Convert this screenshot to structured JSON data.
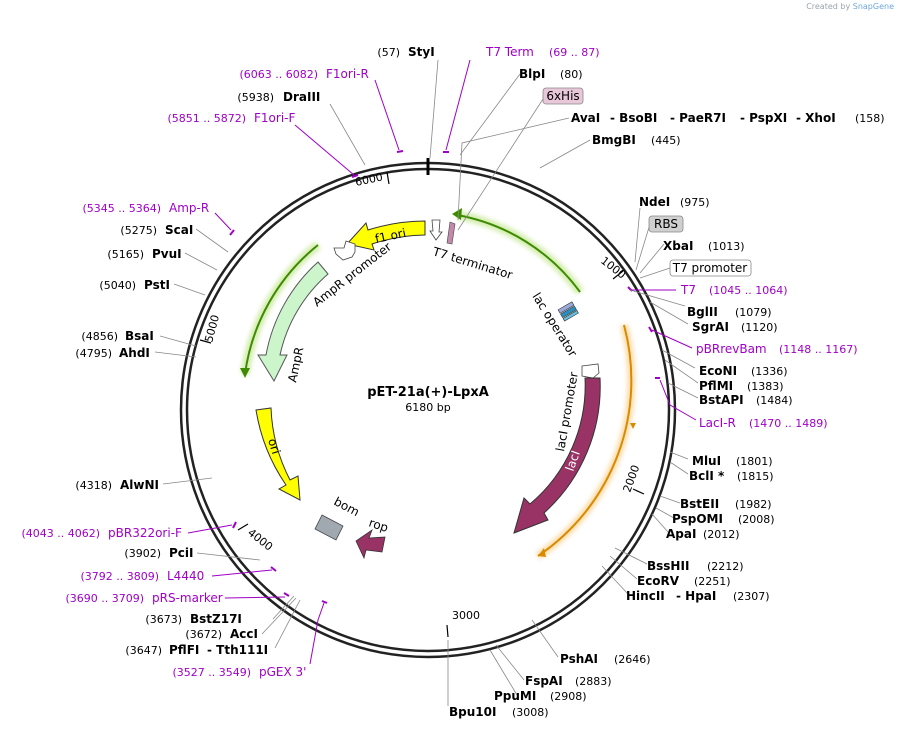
{
  "credit": {
    "prefix": "Created by",
    "brand": "SnapGene"
  },
  "plasmid": {
    "name": "pET-21a(+)-LpxA",
    "size_label": "6180 bp",
    "length": 6180
  },
  "ticks": [
    "1000",
    "2000",
    "3000",
    "4000",
    "5000",
    "6000"
  ],
  "features": [
    {
      "label": "f1 ori",
      "color": "#ffff00"
    },
    {
      "label": "AmpR promoter",
      "color": "#ffffff"
    },
    {
      "label": "AmpR",
      "color": "#ccf5cc"
    },
    {
      "label": "ori",
      "color": "#ffff00"
    },
    {
      "label": "bom",
      "color": "#a0a8b0"
    },
    {
      "label": "rop",
      "color": "#993366"
    },
    {
      "label": "lacI",
      "color": "#993366"
    },
    {
      "label": "lacI promoter",
      "color": "#ffffff"
    },
    {
      "label": "lac operator",
      "color": "#5bc0de"
    },
    {
      "label": "T7 terminator",
      "color": "#ffffff"
    }
  ],
  "boxed_labels": [
    {
      "label": "6xHis",
      "color": "#e8c8d8"
    },
    {
      "label": "RBS",
      "color": "#d0d0d0"
    },
    {
      "label": "T7 promoter",
      "color": "#ffffff"
    }
  ],
  "sites": [
    {
      "name": "StyI",
      "pos": "(57)"
    },
    {
      "name": "BlpI",
      "pos": "(80)"
    },
    {
      "name": "AvaI",
      "pos": ""
    },
    {
      "name": "BsoBI",
      "pos": ""
    },
    {
      "name": "PaeR7I",
      "pos": ""
    },
    {
      "name": "PspXI",
      "pos": ""
    },
    {
      "name": "XhoI",
      "pos": "(158)"
    },
    {
      "name": "BmgBI",
      "pos": "(445)"
    },
    {
      "name": "NdeI",
      "pos": "(975)"
    },
    {
      "name": "XbaI",
      "pos": "(1013)"
    },
    {
      "name": "BglII",
      "pos": "(1079)"
    },
    {
      "name": "SgrAI",
      "pos": "(1120)"
    },
    {
      "name": "EcoNI",
      "pos": "(1336)"
    },
    {
      "name": "PflMI",
      "pos": "(1383)"
    },
    {
      "name": "BstAPI",
      "pos": "(1484)"
    },
    {
      "name": "MluI",
      "pos": "(1801)"
    },
    {
      "name": "BclI *",
      "pos": "(1815)"
    },
    {
      "name": "BstEII",
      "pos": "(1982)"
    },
    {
      "name": "PspOMI",
      "pos": "(2008)"
    },
    {
      "name": "ApaI",
      "pos": "(2012)"
    },
    {
      "name": "BssHII",
      "pos": "(2212)"
    },
    {
      "name": "EcoRV",
      "pos": "(2251)"
    },
    {
      "name": "HincII",
      "pos": ""
    },
    {
      "name": "HpaI",
      "pos": "(2307)"
    },
    {
      "name": "PshAI",
      "pos": "(2646)"
    },
    {
      "name": "FspAI",
      "pos": "(2883)"
    },
    {
      "name": "PpuMI",
      "pos": "(2908)"
    },
    {
      "name": "Bpu10I",
      "pos": "(3008)"
    },
    {
      "name": "PflFI",
      "pos": "(3647)"
    },
    {
      "name": "Tth111I",
      "pos": ""
    },
    {
      "name": "AccI",
      "pos": "(3672)"
    },
    {
      "name": "BstZ17I",
      "pos": "(3673)"
    },
    {
      "name": "PciI",
      "pos": "(3902)"
    },
    {
      "name": "AlwNI",
      "pos": "(4318)"
    },
    {
      "name": "AhdI",
      "pos": "(4795)"
    },
    {
      "name": "BsaI",
      "pos": "(4856)"
    },
    {
      "name": "PstI",
      "pos": "(5040)"
    },
    {
      "name": "PvuI",
      "pos": "(5165)"
    },
    {
      "name": "ScaI",
      "pos": "(5275)"
    },
    {
      "name": "DraIII",
      "pos": "(5938)"
    }
  ],
  "primers": [
    {
      "name": "T7 Term",
      "range": "(69 .. 87)"
    },
    {
      "name": "F1ori-R",
      "range": "(6063 .. 6082)"
    },
    {
      "name": "F1ori-F",
      "range": "(5851 .. 5872)"
    },
    {
      "name": "Amp-R",
      "range": "(5345 .. 5364)"
    },
    {
      "name": "T7",
      "range": "(1045 .. 1064)"
    },
    {
      "name": "pBRrevBam",
      "range": "(1148 .. 1167)"
    },
    {
      "name": "LacI-R",
      "range": "(1470 .. 1489)"
    },
    {
      "name": "pBR322ori-F",
      "range": "(4043 .. 4062)"
    },
    {
      "name": "L4440",
      "range": "(3792 .. 3809)"
    },
    {
      "name": "pRS-marker",
      "range": "(3690 .. 3709)"
    },
    {
      "name": "pGEX 3'",
      "range": "(3527 .. 3549)"
    }
  ]
}
